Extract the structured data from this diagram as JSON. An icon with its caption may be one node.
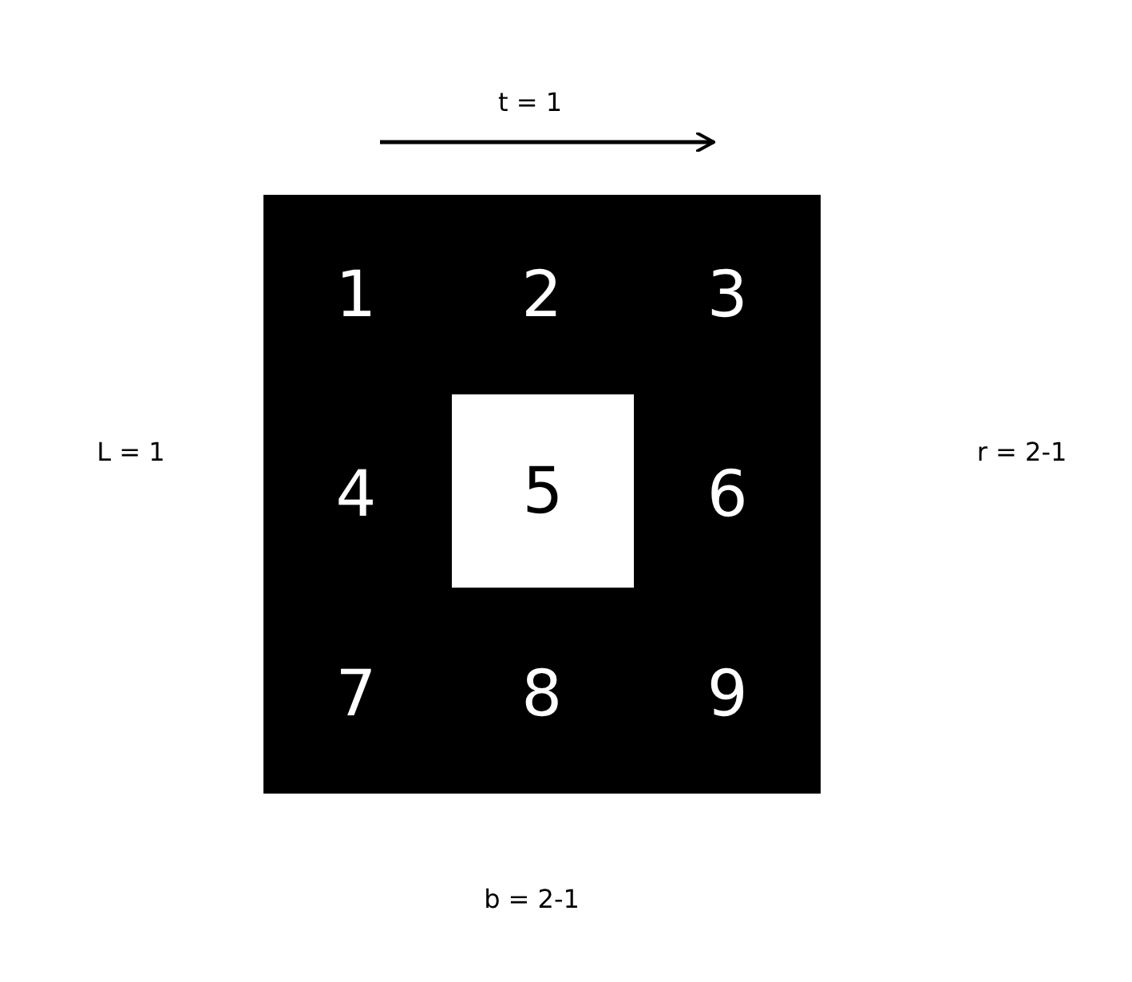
{
  "diagram": {
    "nodes": [
      {
        "text": [],
        "shape": "box"
      },
      {
        "text": [
          "1"
        ],
        "in": 0
      },
      {
        "text": [
          "2"
        ],
        "in": 0
      },
      {
        "text": [
          "3"
        ],
        "in": 0
      },
      {
        "text": [
          "4"
        ],
        "in": 0
      },
      {
        "text": [
          "5"
        ],
        "in": 0
      },
      {
        "text": [
          "6"
        ],
        "in": 0
      },
      {
        "text": [
          "7"
        ],
        "in": 0
      },
      {
        "text": [
          "8"
        ],
        "in": 0
      },
      {
        "text": [
          "9"
        ],
        "in": 0
      }
    ],
    "edges": [],
    "labels": [
      "t = 1",
      "L = 1",
      "r = 2-1",
      "b = 2-1"
    ]
  }
}
